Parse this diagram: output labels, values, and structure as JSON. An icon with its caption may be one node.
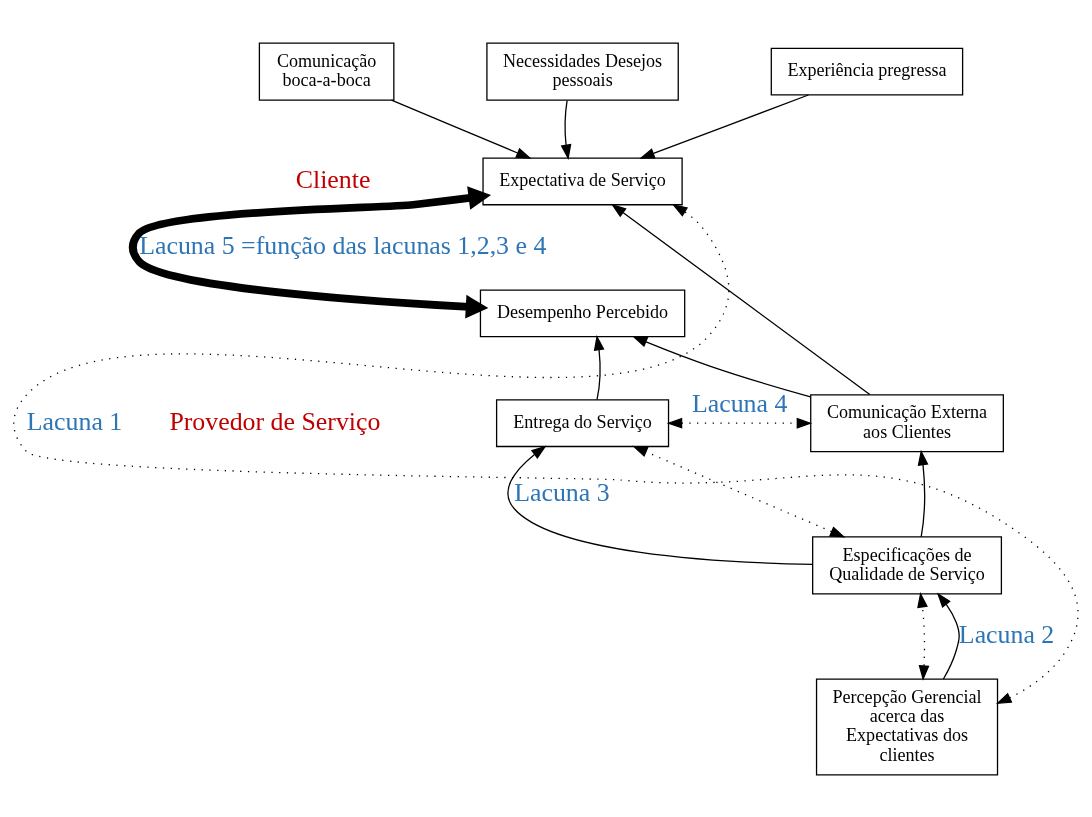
{
  "diagram": {
    "nodes": [
      {
        "text": [
          "Comunicação boca-a-boca"
        ]
      },
      {
        "text": [
          "Necessidades Desejos pessoais"
        ]
      },
      {
        "text": [
          "Experiência pregressa"
        ]
      },
      {
        "text": [
          "Expectativa de Serviço"
        ]
      },
      {
        "text": [
          "Desempenho Percebido"
        ]
      },
      {
        "text": [
          "Entrega do Serviço"
        ]
      },
      {
        "text": [
          "Comunicação Externa aos Clientes"
        ]
      },
      {
        "text": [
          "Especificações de Qualidade de Serviço"
        ]
      },
      {
        "text": [
          "Percepção Gerencial acerca das Expectativas dos clientes"
        ]
      }
    ],
    "edges": [
      {
        "from": 0,
        "to": 3,
        "arrow": "to"
      },
      {
        "from": 1,
        "to": 3,
        "arrow": "to"
      },
      {
        "from": 2,
        "to": 3,
        "arrow": "to"
      },
      {
        "from": 3,
        "to": 4,
        "arrow": "both",
        "style": "thick",
        "label": "Lacuna 5 =função das lacunas 1,2,3 e 4"
      },
      {
        "from": 6,
        "to": 3,
        "arrow": "to"
      },
      {
        "from": 6,
        "to": 4,
        "arrow": "to"
      },
      {
        "from": 5,
        "to": 4,
        "arrow": "to"
      },
      {
        "from": 5,
        "to": 6,
        "arrow": "both",
        "style": "dashed",
        "label": "Lacuna 4"
      },
      {
        "from": 7,
        "to": 5,
        "arrow": "to",
        "label": "Lacuna 3"
      },
      {
        "from": 7,
        "to": 5,
        "arrow": "both",
        "style": "dashed"
      },
      {
        "from": 7,
        "to": 6,
        "arrow": "to"
      },
      {
        "from": 8,
        "to": 7,
        "arrow": "to",
        "label": "Lacuna 2"
      },
      {
        "from": 8,
        "to": 7,
        "arrow": "both",
        "style": "dashed"
      },
      {
        "from": 8,
        "to": 3,
        "arrow": "both",
        "style": "dashed",
        "label": "Lacuna 1"
      }
    ],
    "labels": [
      "Cliente",
      "Provedor de Serviço"
    ]
  }
}
